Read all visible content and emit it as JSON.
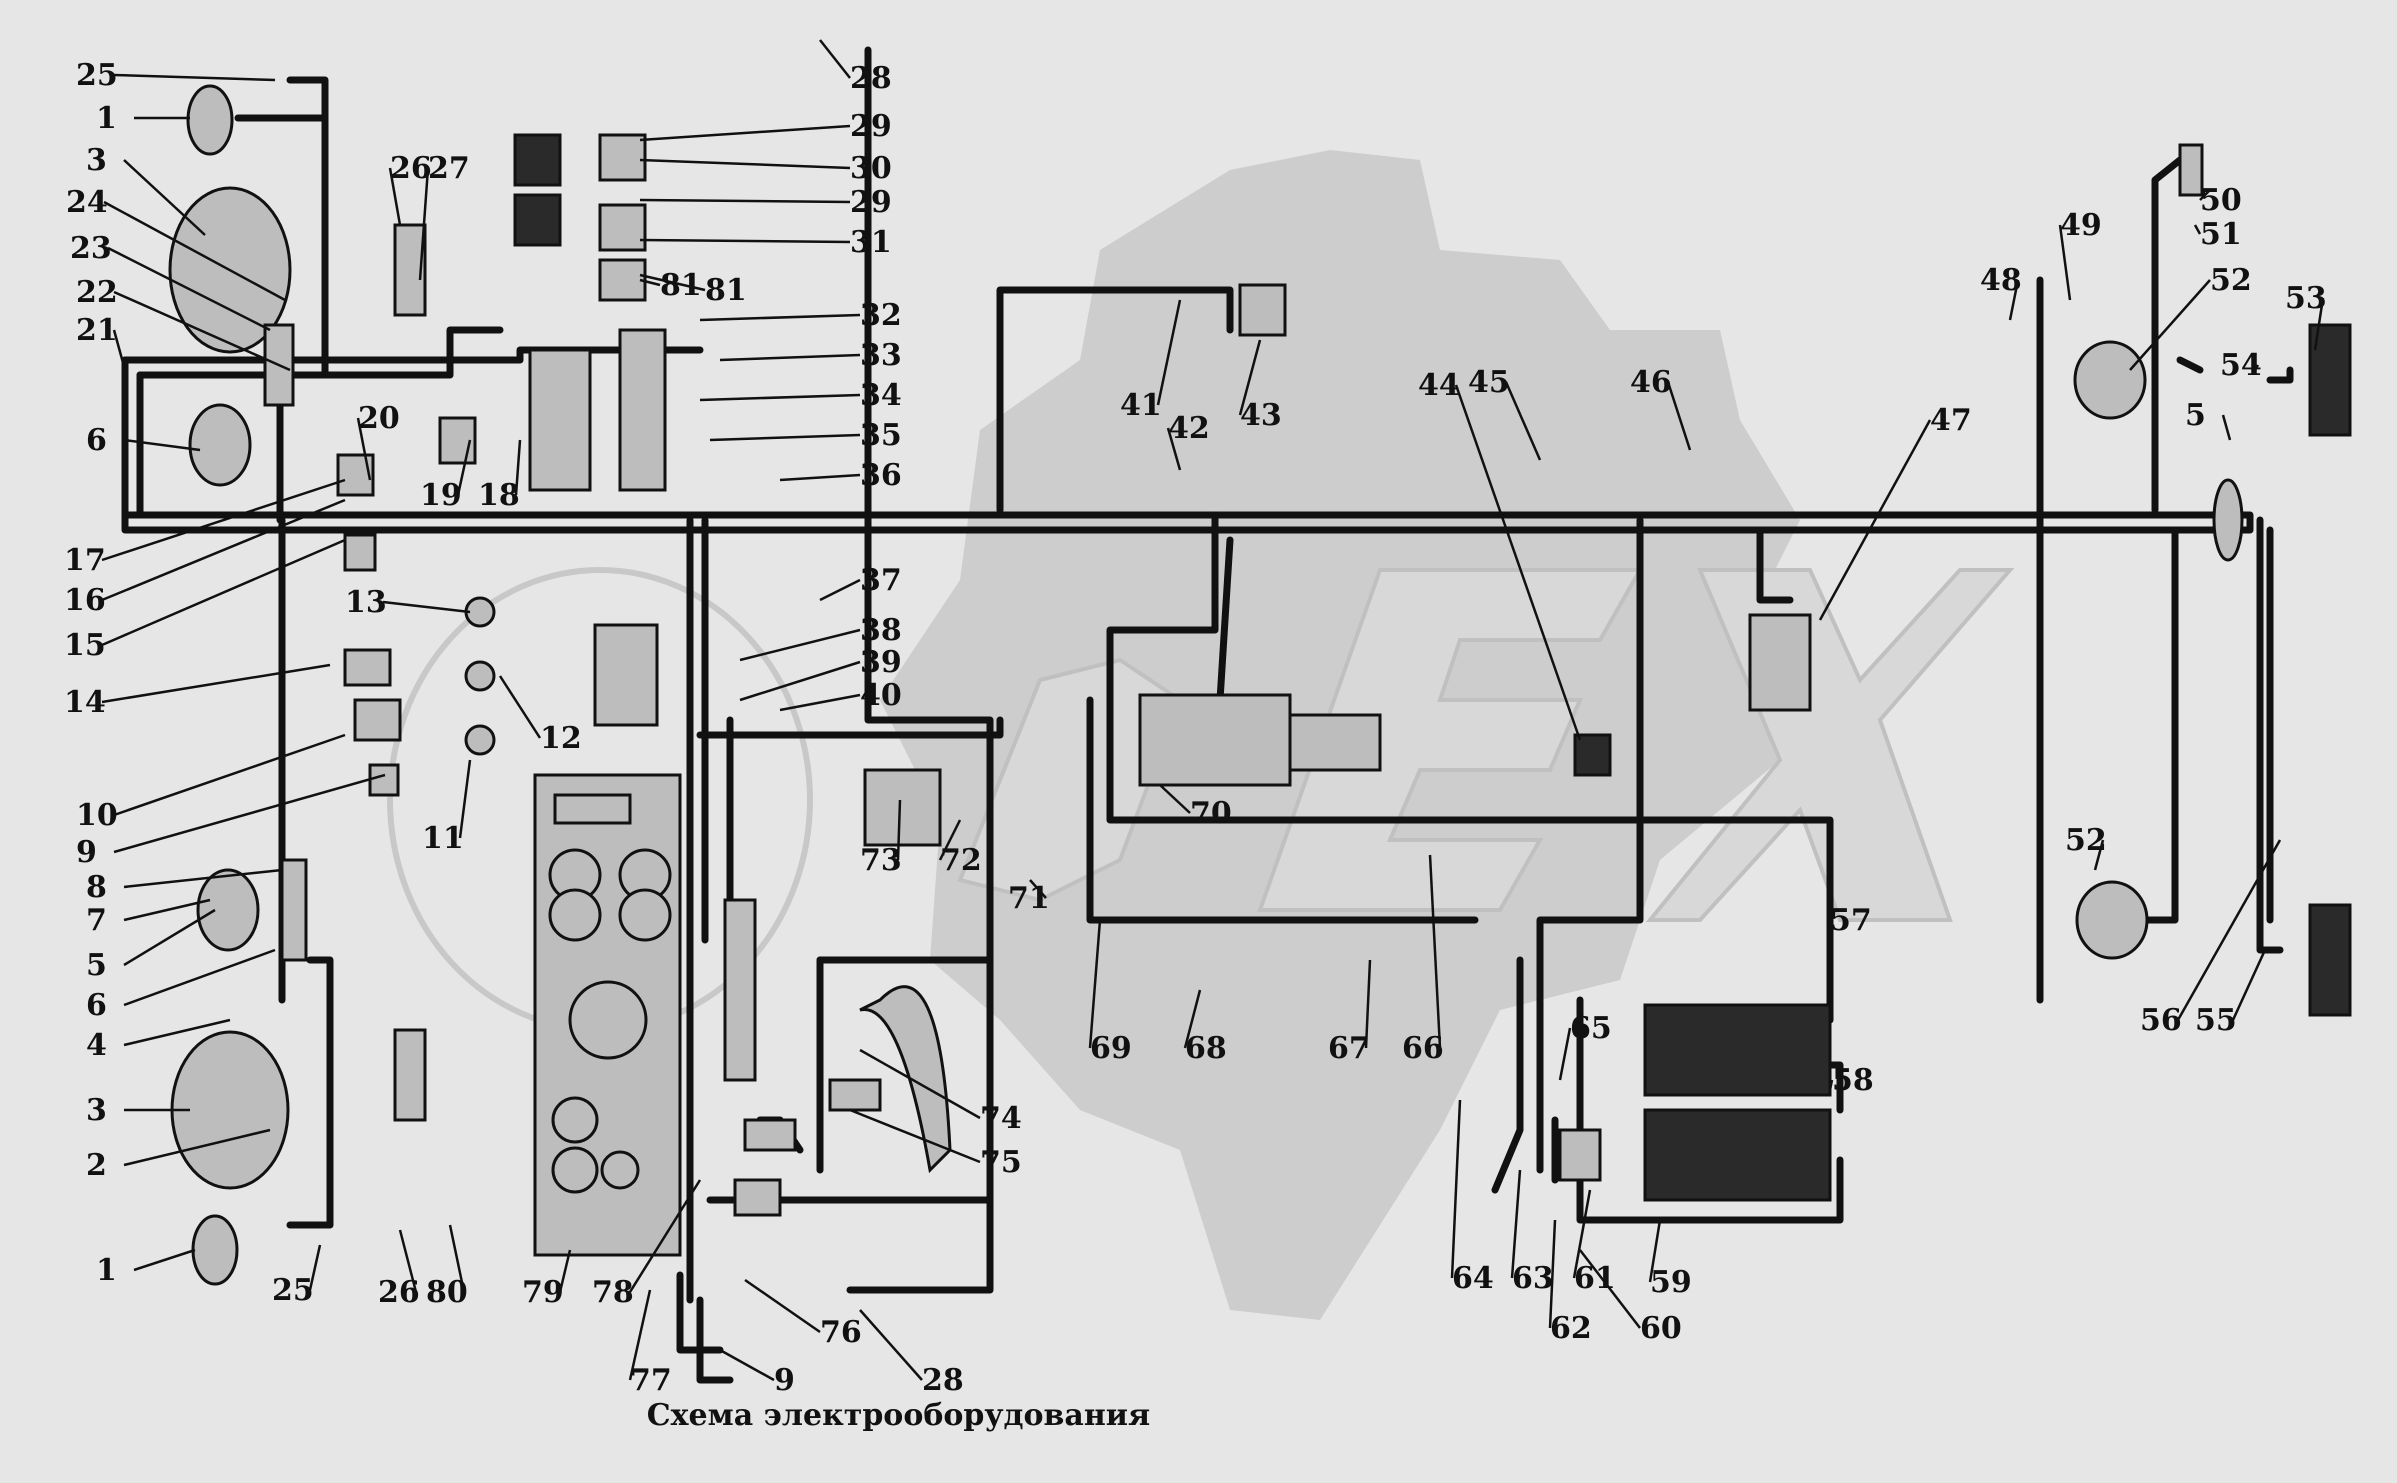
{
  "caption": "Схема электрооборудования",
  "colors": {
    "background": "#e6e6e6",
    "watermark": "#c8c8c8",
    "wire": "#111111"
  },
  "labels": [
    "1",
    "2",
    "3",
    "4",
    "5",
    "6",
    "7",
    "8",
    "9",
    "10",
    "11",
    "12",
    "13",
    "14",
    "15",
    "16",
    "17",
    "18",
    "19",
    "20",
    "21",
    "22",
    "23",
    "24",
    "25",
    "26",
    "27",
    "28",
    "29",
    "30",
    "31",
    "32",
    "33",
    "34",
    "35",
    "36",
    "37",
    "38",
    "39",
    "40",
    "41",
    "42",
    "43",
    "44",
    "45",
    "46",
    "47",
    "48",
    "49",
    "50",
    "51",
    "52",
    "53",
    "54",
    "55",
    "56",
    "57",
    "58",
    "59",
    "60",
    "61",
    "62",
    "63",
    "64",
    "65",
    "66",
    "67",
    "68",
    "69",
    "70",
    "71",
    "72",
    "73",
    "74",
    "75",
    "76",
    "77",
    "78",
    "79",
    "80",
    "81"
  ]
}
